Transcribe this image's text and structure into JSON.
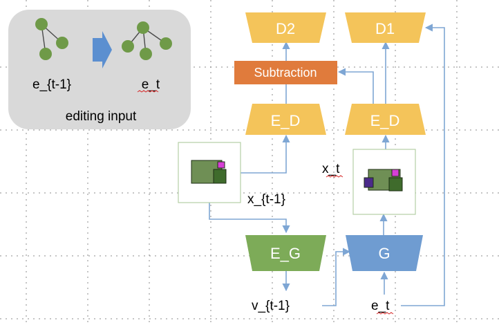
{
  "colors": {
    "decoder": "#f4c45a",
    "encoder_d": "#f4c45a",
    "subtraction": "#e07b3c",
    "encoder_g": "#7dab58",
    "generator": "#6f9cd1",
    "connector": "#7ea6d4",
    "panel": "#d9d9d9",
    "node": "#6f9a48"
  },
  "panel": {
    "prev_label": "e_{t-1}",
    "curr_label": "e_t",
    "caption": "editing input"
  },
  "blocks": {
    "d2": "D2",
    "d1": "D1",
    "subtraction": "Subtraction",
    "ed_left": "E_D",
    "ed_right": "E_D",
    "eg": "E_G",
    "g": "G"
  },
  "labels": {
    "x_prev": "x_{t-1}",
    "x_curr": "x_t",
    "v_prev": "v_{t-1}",
    "e_t": "e_t"
  }
}
